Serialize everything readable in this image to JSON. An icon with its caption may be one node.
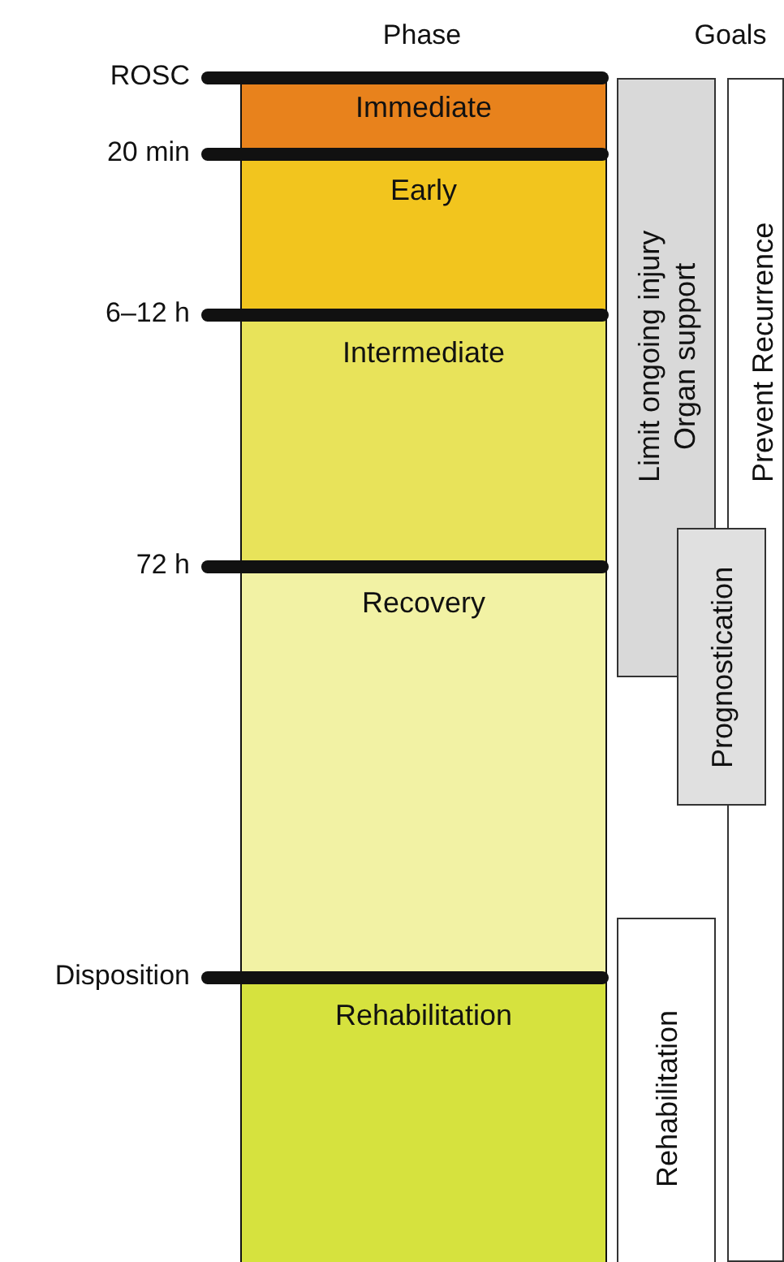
{
  "diagram": {
    "nodes": [
      {
        "text": [
          "Immediate"
        ]
      },
      {
        "text": [
          "Early"
        ]
      },
      {
        "text": [
          "Intermediate"
        ]
      },
      {
        "text": [
          "Recovery"
        ]
      },
      {
        "text": [
          "Rehabilitation"
        ]
      },
      {
        "text": [
          "Limit ongoing injury",
          "Organ support"
        ]
      },
      {
        "text": [
          "Prevent Recurrence"
        ]
      },
      {
        "text": [
          "Prognostication"
        ]
      },
      {
        "text": [
          "Rehabilitation"
        ]
      }
    ],
    "labels": [
      "Phase",
      "Goals",
      "ROSC",
      "20 min",
      "6–12 h",
      "72 h",
      "Disposition"
    ]
  }
}
